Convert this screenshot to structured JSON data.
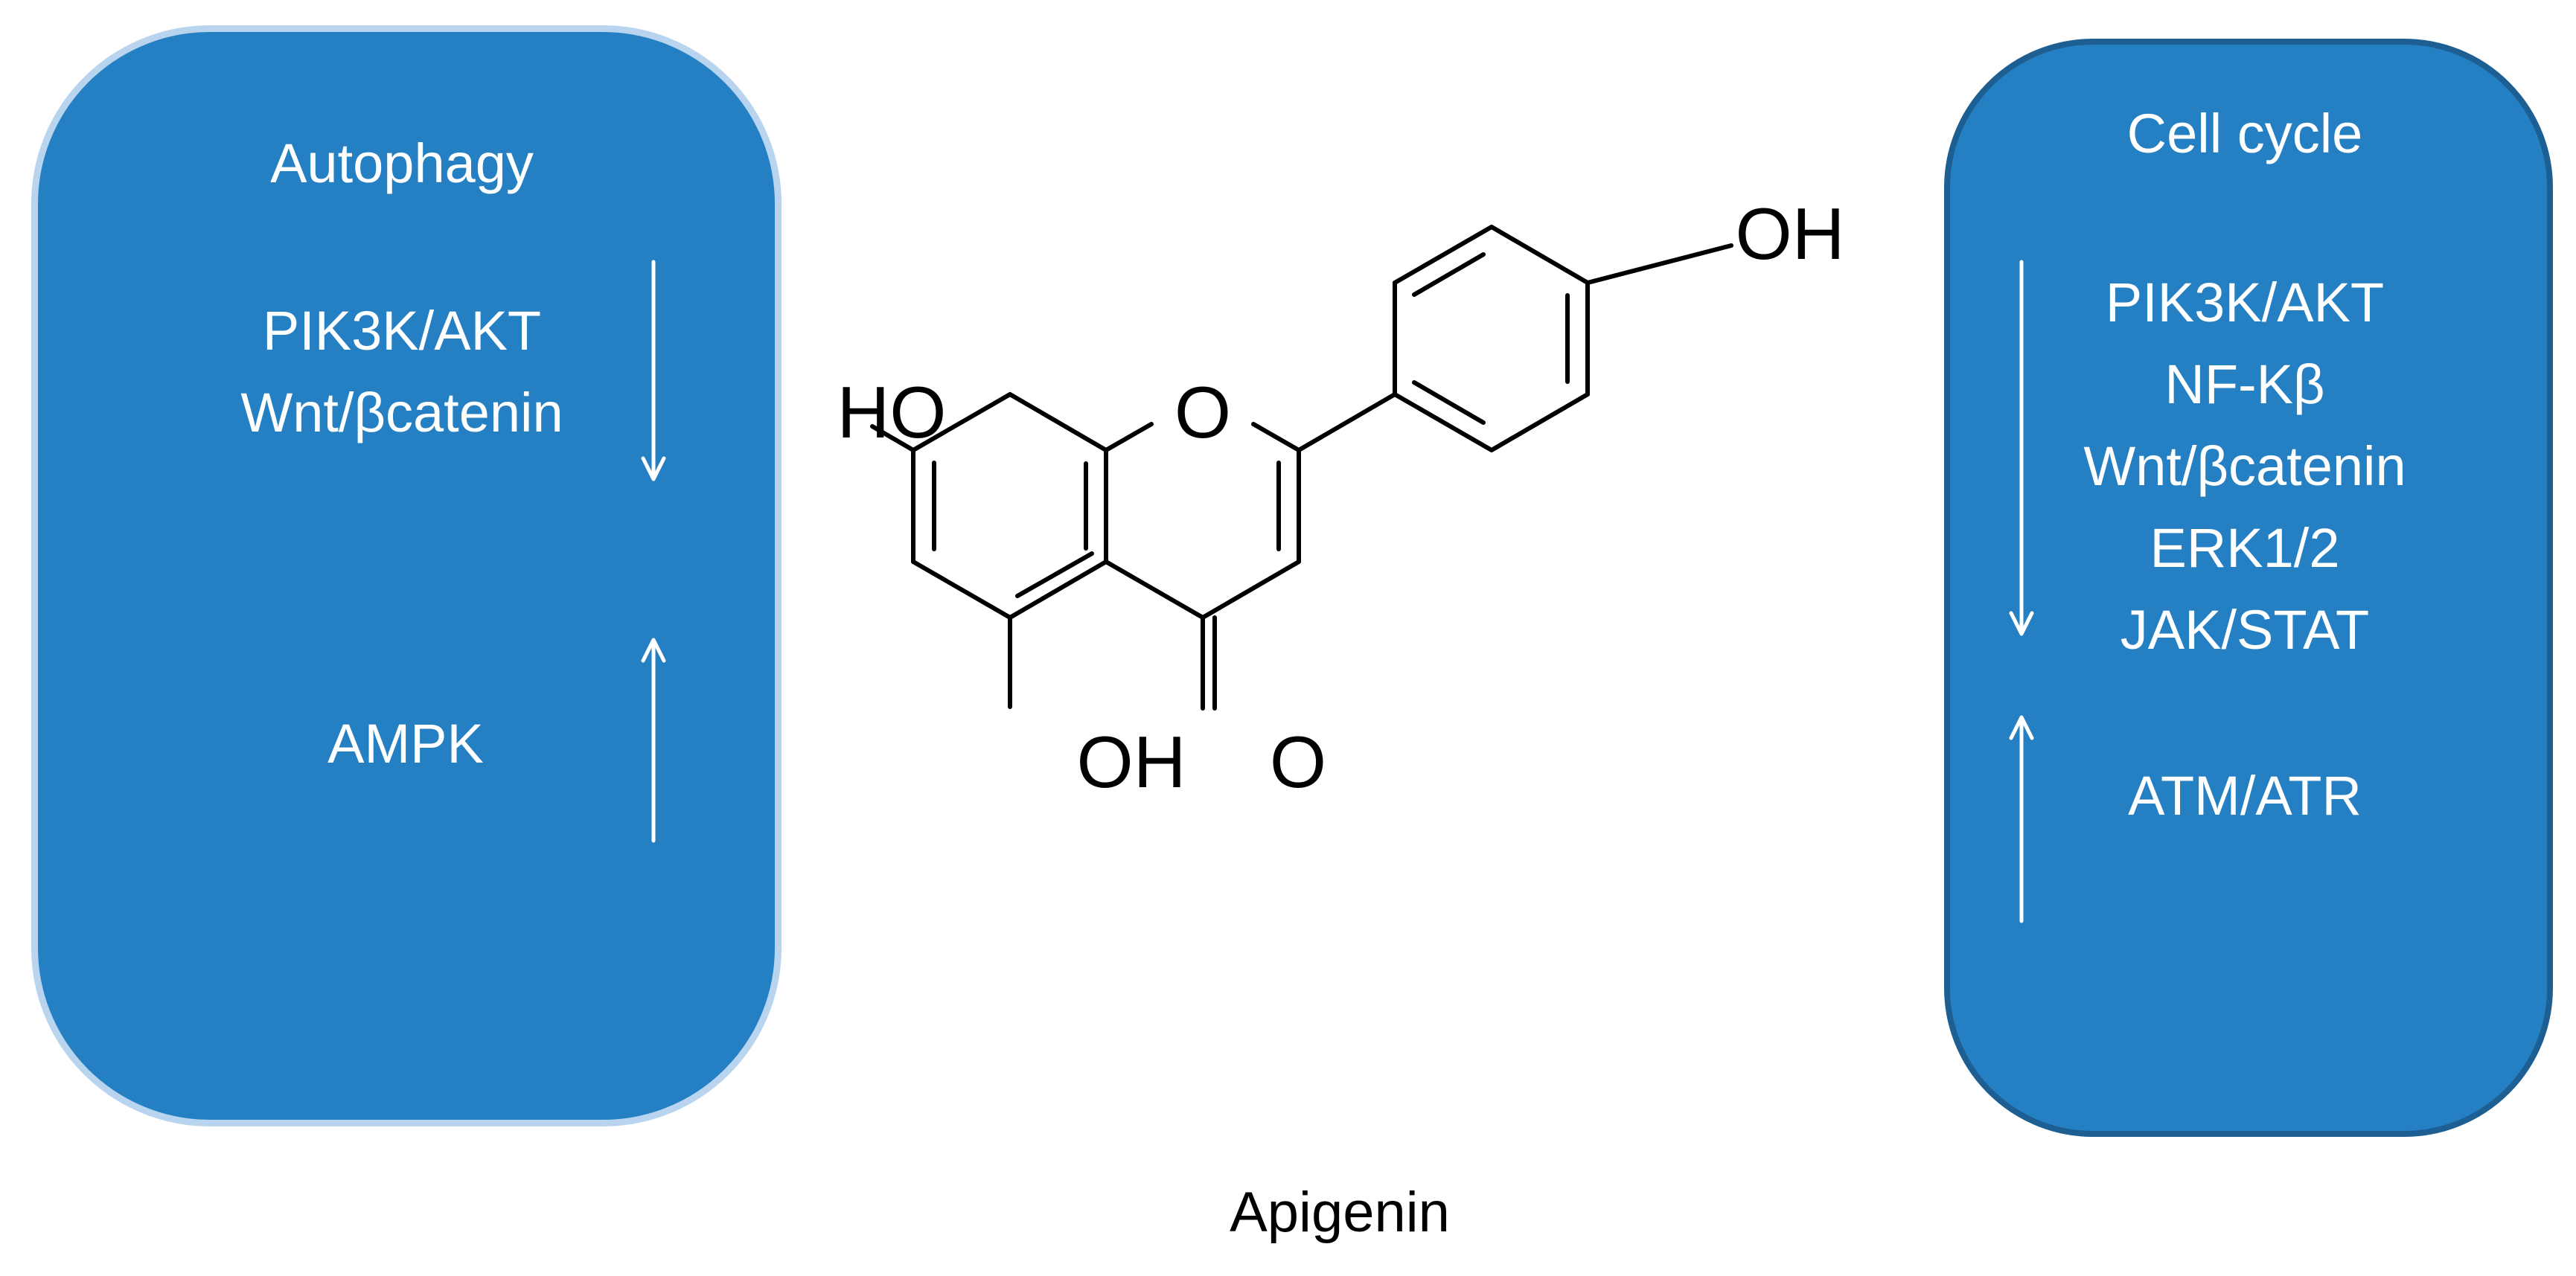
{
  "compound_label": "Apigenin",
  "molecule": {
    "atom_labels": {
      "oh_top_right": "OH",
      "ho_left": "HO",
      "ring_oxygen": "O",
      "oh_bottom": "OH",
      "carbonyl_oxygen": "O"
    }
  },
  "panels": {
    "autophagy": {
      "title": "Autophagy",
      "down_regulated": [
        "PIK3K/AKT",
        "Wnt/βcatenin"
      ],
      "up_regulated": [
        "AMPK"
      ],
      "down_arrow": "↓",
      "up_arrow": "↑"
    },
    "cell_cycle": {
      "title": "Cell cycle",
      "down_regulated": [
        "PIK3K/AKT",
        "NF-Kβ",
        "Wnt/βcatenin",
        "ERK1/2",
        "JAK/STAT"
      ],
      "up_regulated": [
        "ATM/ATR"
      ],
      "down_arrow": "↓",
      "up_arrow": "↑"
    }
  },
  "colors": {
    "panel_fill": "#2580c3",
    "left_panel_border": "#b8d4ee",
    "right_panel_border": "#1d5f92",
    "text_on_panel": "#ffffff",
    "structure_line": "#000000"
  }
}
